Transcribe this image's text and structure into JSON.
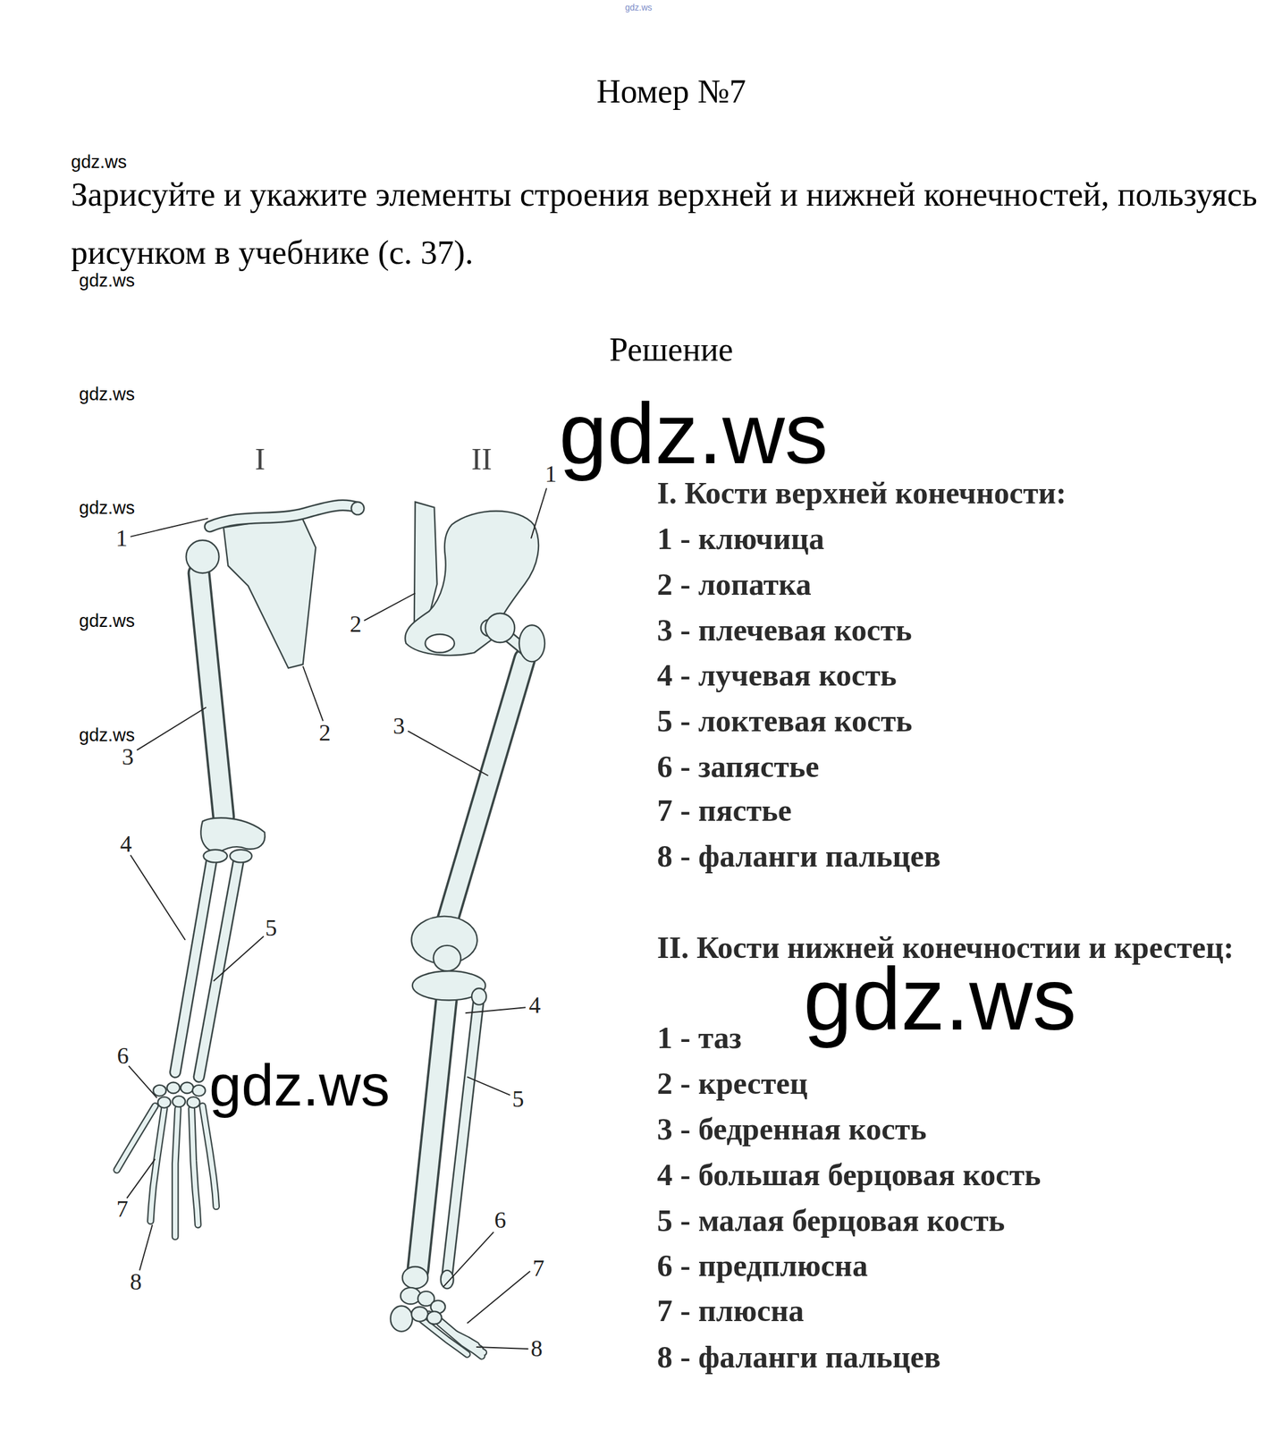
{
  "diagram": {
    "title": "Номер №7",
    "labels": [
      "gdz.ws",
      "gdz.ws",
      "Зарисуйте и укажите элементы строения верхней и нижней конечностей, пользуясь рисунком в учебнике (с. 37).",
      "gdz.ws",
      "Решение",
      "gdz.ws",
      "gdz.ws",
      "I",
      "II",
      "I. Кости верхней конечности:",
      "1 - ключица",
      "2 - лопатка",
      "3 - плечевая кость",
      "4 - лучевая кость",
      "5 - локтевая кость",
      "6 - запястье",
      "7 - пястье",
      "8 - фаланги пальцев",
      "1",
      "2",
      "3",
      "4",
      "5",
      "6",
      "7",
      "8",
      "gdz.ws",
      "gdz.ws",
      "gdz.ws",
      "1",
      "2",
      "3",
      "4",
      "5",
      "6",
      "7",
      "8",
      "II. Кости нижней конечностии и крестец:",
      "1 - таз",
      "2 - крестец",
      "3 - бедренная кость",
      "4 - большая берцовая кость",
      "5 - малая берцовая кость",
      "6 - предплюсна",
      "7 - плюсна",
      "8 - фаланги пальцев",
      "gdz.ws",
      "gdz.ws"
    ]
  }
}
